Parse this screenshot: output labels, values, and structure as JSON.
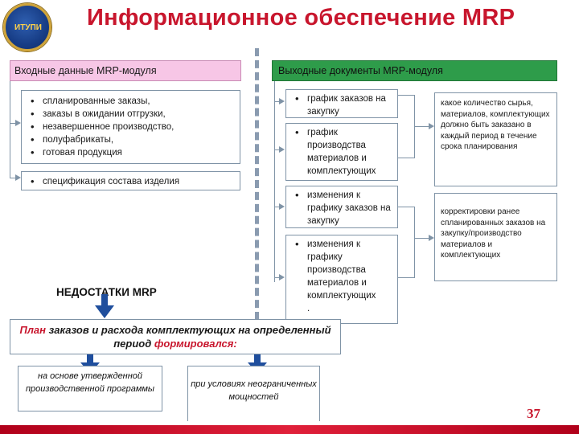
{
  "title": "Информационное обеспечение MRP",
  "logo_text": "ИТУПИ",
  "input_header": "Входные данные MRP-модуля",
  "output_header": "Выходные документы MRP-модуля",
  "inputs_box1": [
    "спланированные заказы,",
    "заказы в ожидании отгрузки,",
    "незавершенное производство,",
    "полуфабрикаты,",
    "готовая продукция"
  ],
  "inputs_box2": [
    "спецификация состава изделия"
  ],
  "outputs": [
    "график заказов на закупку",
    "график производства материалов и комплектующих",
    "изменения к графику заказов на закупку",
    "изменения к графику производства материалов и комплектующих\n."
  ],
  "note1": "какое количество сырья, материалов, комплектующих должно быть заказано в каждый период в течение срока планирования",
  "note2": "корректировки ранее спланированных заказов на закупку/производство материалов и комплектующих",
  "flaws_title": "НЕДОСТАТКИ MRP",
  "plan_red1": "План",
  "plan_mid": " заказов и расхода комплектующих на определенный период ",
  "plan_red2": "формировался:",
  "sub1": "на основе утвержденной производственной программы",
  "sub2": "при условиях неограниченных мощностей",
  "page_number": "37",
  "colors": {
    "accent": "#c8162d",
    "input_header_bg": "#f7c6e6",
    "output_header_bg": "#2e9c4a",
    "arrow_blue": "#1f4e9d"
  }
}
